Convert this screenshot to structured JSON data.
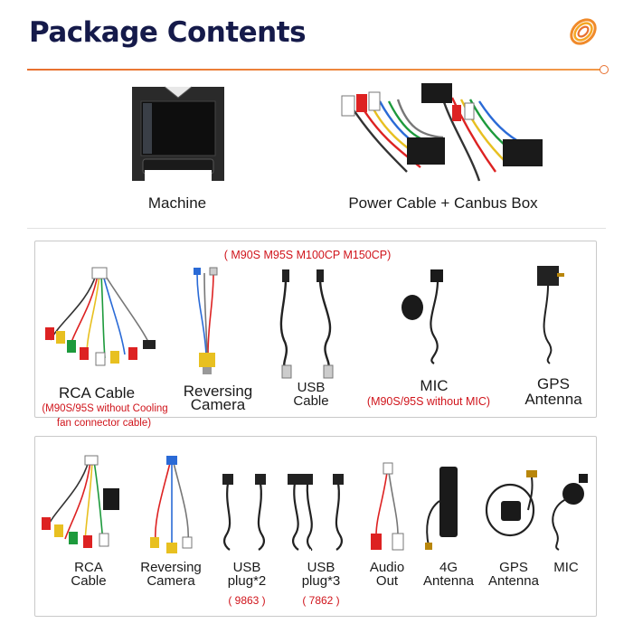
{
  "title": "Package Contents",
  "colors": {
    "accent": "#e8702f",
    "title": "#151a4a",
    "note": "#d0141b"
  },
  "top_items": {
    "machine": "Machine",
    "power_cable": "Power Cable + Canbus Box"
  },
  "box1": {
    "models": "( M90S M95S M100CP M150CP)",
    "rca_label": "RCA Cable",
    "rca_note_1": "(M90S/95S without Cooling",
    "rca_note_2": "fan connector cable)",
    "reversing_1": "Reversing",
    "reversing_2": "Camera",
    "usb_1": "USB",
    "usb_2": "Cable",
    "mic_label": "MIC",
    "mic_note": "(M90S/95S without MIC)",
    "gps_1": "GPS",
    "gps_2": "Antenna"
  },
  "box2": {
    "rca_1": "RCA",
    "rca_2": "Cable",
    "reversing_1": "Reversing",
    "reversing_2": "Camera",
    "usb2_1": "USB",
    "usb2_2": "plug*2",
    "usb2_note": "( 9863 )",
    "usb3_1": "USB",
    "usb3_2": "plug*3",
    "usb3_note": "( 7862 )",
    "audio_1": "Audio",
    "audio_2": "Out",
    "g4_1": "4G",
    "g4_2": "Antenna",
    "gps_1": "GPS",
    "gps_2": "Antenna",
    "mic": "MIC"
  }
}
